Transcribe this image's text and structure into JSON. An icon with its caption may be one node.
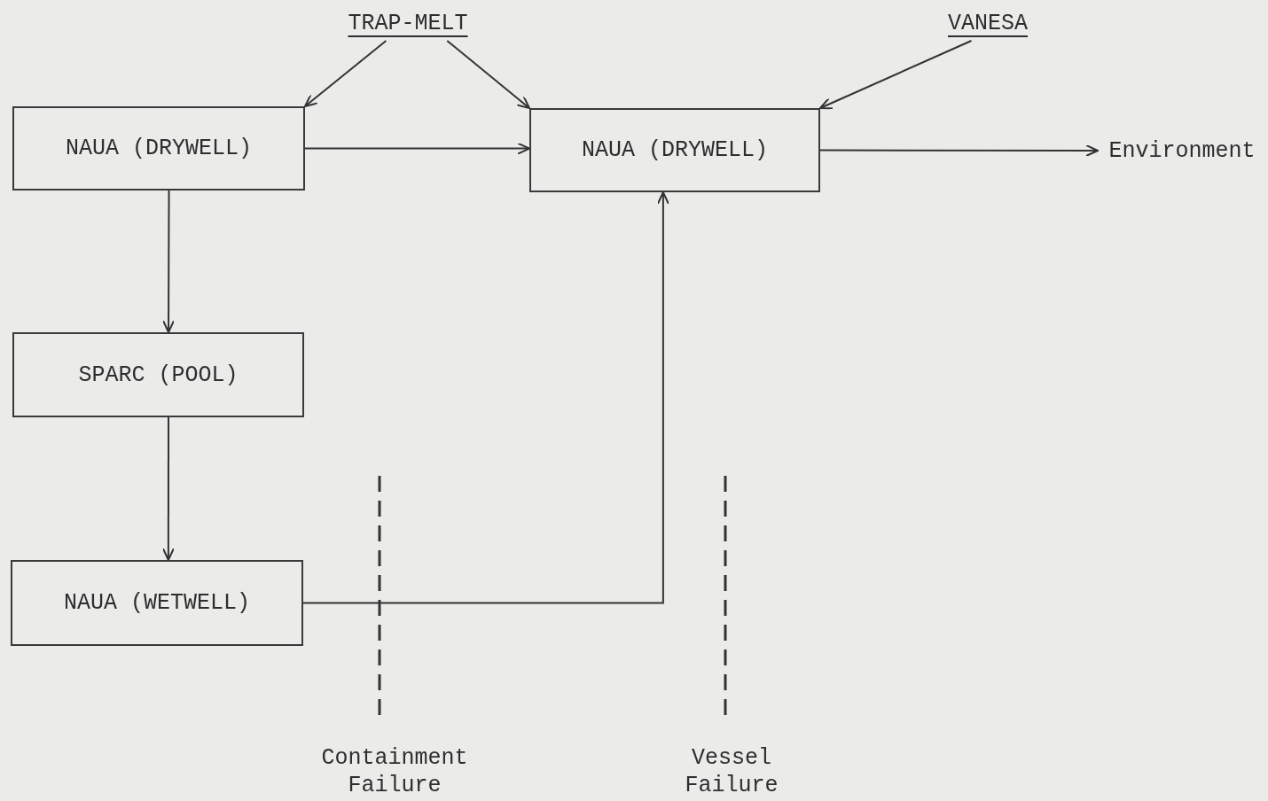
{
  "diagram": {
    "nodes": [
      {
        "text": [
          "TRAP-MELT"
        ]
      },
      {
        "text": [
          "VANESA"
        ]
      },
      {
        "text": [
          "NAUA (DRYWELL)"
        ]
      },
      {
        "text": [
          "NAUA (DRYWELL)"
        ]
      },
      {
        "text": [
          "Environment"
        ]
      },
      {
        "text": [
          "SPARC (POOL)"
        ]
      },
      {
        "text": [
          "NAUA (WETWELL)"
        ]
      }
    ],
    "edges": [
      {
        "from": 0,
        "to": 2,
        "arrow": "to"
      },
      {
        "from": 0,
        "to": 3,
        "arrow": "to"
      },
      {
        "from": 1,
        "to": 3,
        "arrow": "to"
      },
      {
        "from": 2,
        "to": 3,
        "arrow": "to"
      },
      {
        "from": 3,
        "to": 4,
        "arrow": "to"
      },
      {
        "from": 2,
        "to": 5,
        "arrow": "to"
      },
      {
        "from": 5,
        "to": 6,
        "arrow": "to"
      },
      {
        "from": 6,
        "to": 3,
        "arrow": "to"
      }
    ],
    "labels": [
      "Containment Failure",
      "Vessel Failure"
    ]
  }
}
